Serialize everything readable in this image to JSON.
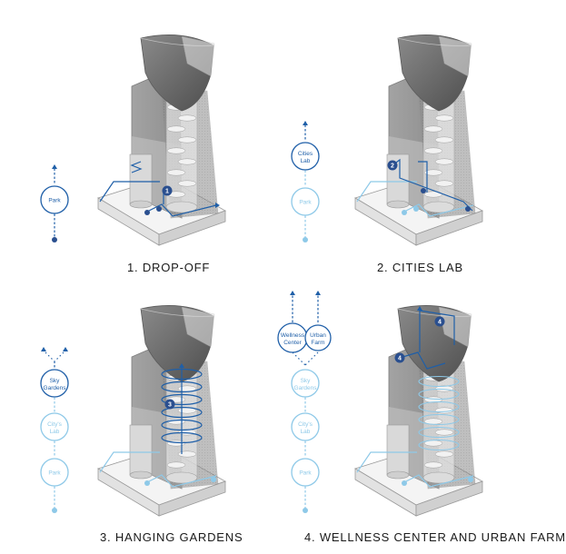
{
  "panels": [
    {
      "caption": "1. DROP-OFF",
      "nodes": [
        {
          "label": "Park",
          "state": "active"
        }
      ],
      "steps": [
        "1"
      ]
    },
    {
      "caption": "2. CITIES LAB",
      "nodes": [
        {
          "label": "Cities Lab",
          "state": "active"
        },
        {
          "label": "Park",
          "state": "faded"
        }
      ],
      "steps": [
        "2"
      ]
    },
    {
      "caption": "3. HANGING GARDENS",
      "nodes": [
        {
          "label": "Sky Gardens",
          "state": "active"
        },
        {
          "label": "City's Lab",
          "state": "faded"
        },
        {
          "label": "Park",
          "state": "faded"
        }
      ],
      "steps": [
        "3"
      ]
    },
    {
      "caption": "4. WELLNESS CENTER AND URBAN FARM",
      "nodes": [
        {
          "label": "Wellness Center",
          "state": "active"
        },
        {
          "label": "Urban Farm",
          "state": "active"
        },
        {
          "label": "Sky Gardens",
          "state": "faded"
        },
        {
          "label": "City's Lab",
          "state": "faded"
        },
        {
          "label": "Park",
          "state": "faded"
        }
      ],
      "steps": [
        "4",
        "4"
      ]
    }
  ],
  "colors": {
    "active": "#1f5fa8",
    "faded": "#8ec9e8",
    "dark": "#2a4f8f",
    "facade": "#9a9a9a",
    "shadow": "#7a7a7a",
    "top": "#5e5e5e"
  }
}
